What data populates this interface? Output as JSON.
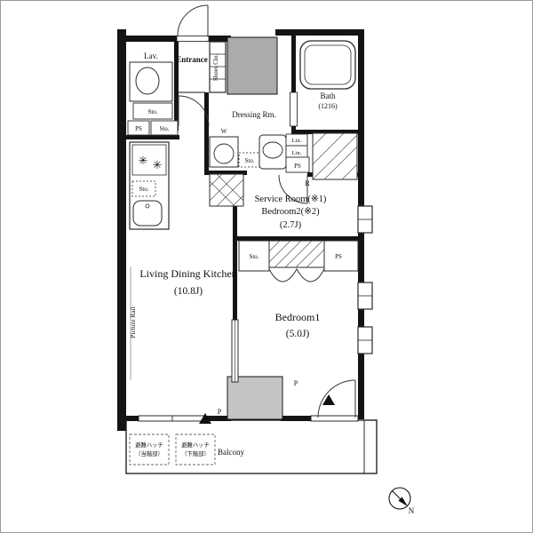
{
  "page": {
    "type": "apartment-floor-plan"
  },
  "rooms": {
    "lav": "Lav.",
    "entrance": "Entrance",
    "shoes_closet": "Shoes Clo.",
    "bath": {
      "name": "Bath",
      "size": "(1216)"
    },
    "dressing": "Dressing Rm.",
    "service": {
      "line1": "Service Room(※1)",
      "line2": "Bedroom2(※2)",
      "size": "(2.7J)"
    },
    "ldk": {
      "name": "Living Dining Kitchen",
      "size": "(10.8J)"
    },
    "bedroom1": {
      "name": "Bedroom1",
      "size": "(5.0J)"
    },
    "balcony": "Balcony"
  },
  "fixtures": {
    "washer": "W",
    "refrigerator": "R",
    "linen": "Lin.",
    "pipe_space": "PS",
    "storage": "Sto.",
    "pillar": "P",
    "picture_rail": "Picture Rail"
  },
  "annotations": {
    "hatch1": [
      "避難ハッチ",
      "（当階部）"
    ],
    "hatch2": [
      "避難ハッチ",
      "（下階部）"
    ],
    "north": "N"
  }
}
